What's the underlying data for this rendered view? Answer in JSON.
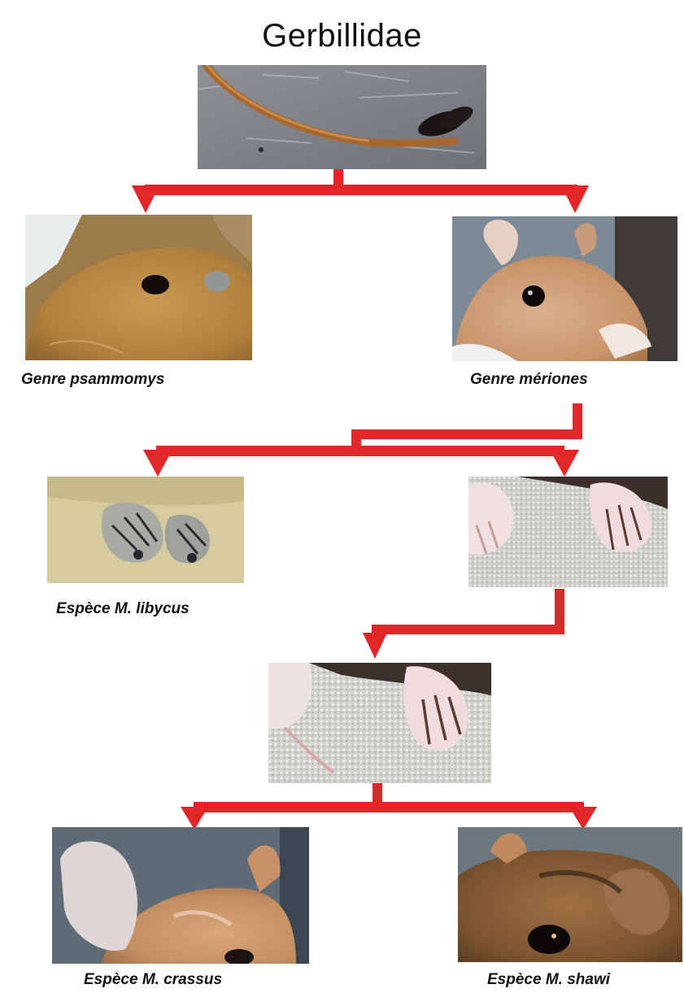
{
  "title": "Gerbillidae",
  "labels": {
    "psammomys": "Genre psammomys",
    "meriones": "Genre mériones",
    "libycus": "Espèce M. libycus",
    "crassus": "Espèce M. crassus",
    "shawi": "Espèce M. shawi"
  },
  "colors": {
    "connector": "#e02626"
  },
  "photos": {
    "tail": "tail-photo",
    "psammomys": "psammomys-head-photo",
    "meriones": "meriones-head-photo",
    "libycus_paws": "libycus-paws-photo",
    "meriones_paws": "meriones-paws-photo",
    "paws_closeup": "paws-closeup-photo",
    "crassus": "crassus-ear-photo",
    "shawi": "shawi-ear-photo"
  }
}
